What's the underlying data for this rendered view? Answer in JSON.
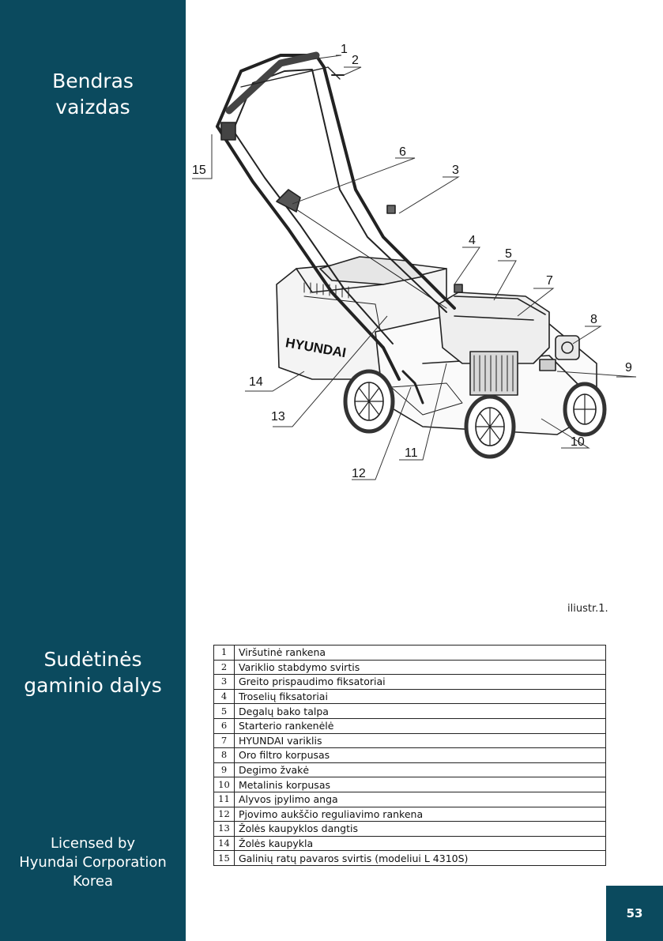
{
  "sidebar": {
    "title1": [
      "Bendras",
      "vaizdas"
    ],
    "title2": [
      "Sudėtinės",
      "gaminio dalys"
    ],
    "license": [
      "Licensed by",
      "Hyundai Corporation",
      "Korea"
    ]
  },
  "figure": {
    "brand": "HYUNDAI",
    "callouts": [
      "1",
      "2",
      "3",
      "4",
      "5",
      "6",
      "7",
      "8",
      "9",
      "10",
      "11",
      "12",
      "13",
      "14",
      "15"
    ],
    "caption": "iliustr.1."
  },
  "parts": [
    {
      "num": "1",
      "name": "Viršutinė rankena"
    },
    {
      "num": "2",
      "name": "Variklio stabdymo svirtis"
    },
    {
      "num": "3",
      "name": "Greito prispaudimo fiksatoriai"
    },
    {
      "num": "4",
      "name": "Troselių fiksatoriai"
    },
    {
      "num": "5",
      "name": "Degalų bako talpa"
    },
    {
      "num": "6",
      "name": "Starterio rankenėlė"
    },
    {
      "num": "7",
      "name": "HYUNDAI variklis"
    },
    {
      "num": "8",
      "name": "Oro filtro korpusas"
    },
    {
      "num": "9",
      "name": "Degimo žvakė"
    },
    {
      "num": "10",
      "name": "Metalinis korpusas"
    },
    {
      "num": "11",
      "name": "Alyvos įpylimo anga"
    },
    {
      "num": "12",
      "name": "Pjovimo aukščio reguliavimo rankena"
    },
    {
      "num": "13",
      "name": "Žolės kaupyklos dangtis"
    },
    {
      "num": "14",
      "name": "Žolės kaupykla"
    },
    {
      "num": "15",
      "name": "Galinių ratų pavaros svirtis (modeliui L 4310S)"
    }
  ],
  "page_number": "53",
  "colors": {
    "sidebar": "#0b4a5e",
    "text_on_dark": "#ffffff"
  }
}
